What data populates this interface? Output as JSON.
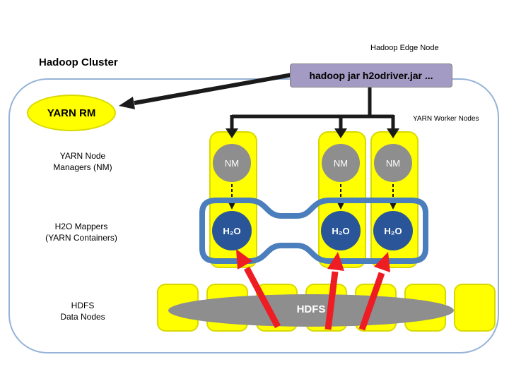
{
  "title": "Hadoop Cluster",
  "edge_node": {
    "label": "Hadoop Edge Node",
    "command": "hadoop jar h2odriver.jar ..."
  },
  "yarn_rm_label": "YARN RM",
  "worker_nodes_caption": "YARN Worker Nodes",
  "row_labels": {
    "nm": [
      "YARN Node",
      "Managers (NM)"
    ],
    "mappers": [
      "H2O Mappers",
      "(YARN Containers)"
    ],
    "hdfs": [
      "HDFS",
      "Data Nodes"
    ]
  },
  "workers": [
    {
      "nm": "NM",
      "h2o": "H₂O"
    },
    {
      "nm": "NM",
      "h2o": "H₂O"
    },
    {
      "nm": "NM",
      "h2o": "H₂O"
    }
  ],
  "hdfs_cloud_label": "HDFS",
  "colors": {
    "node_yellow": "#ffff00",
    "command_purple": "#a49bc4",
    "nm_gray": "#8e8e8e",
    "h2o_blue": "#2a5699",
    "container_outline_blue": "#4a7ebc",
    "cluster_border_blue": "#95b3d7",
    "hdfs_cloud_gray": "#8e8e8e",
    "arrow_red": "#ee1c23",
    "arrow_black": "#1a1a1a"
  }
}
